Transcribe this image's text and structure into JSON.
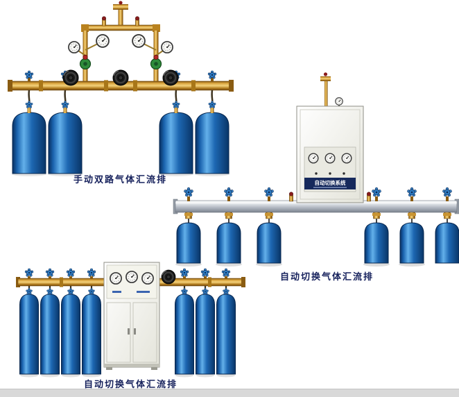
{
  "figure": {
    "background_color": "#ffffff",
    "captions": {
      "manual_dual": "手动双路气体汇流排",
      "auto_switch_wall": "自动切换气体汇流排",
      "auto_switch_floor": "自动切换气体汇流排"
    },
    "cabinet": {
      "label": "自动切换系统"
    },
    "colors": {
      "caption_text": "#16215c",
      "brass_pipe": "#daa33c",
      "cylinder_blue": "#1d67b2",
      "rail_silver": "#a9b0ba",
      "cabinet_strip": "#16295c"
    }
  }
}
